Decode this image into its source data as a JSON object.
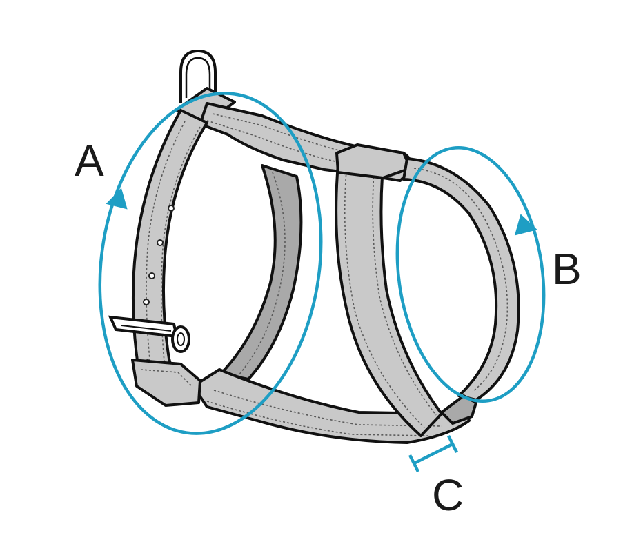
{
  "labels": {
    "a": "A",
    "b": "B",
    "c": "C"
  },
  "colors": {
    "measure": "#1e9ec4",
    "strap": "#c9c9c9",
    "outline": "#111111"
  },
  "icons": {
    "d_ring": "d-ring-icon",
    "buckle": "buckle-icon"
  }
}
